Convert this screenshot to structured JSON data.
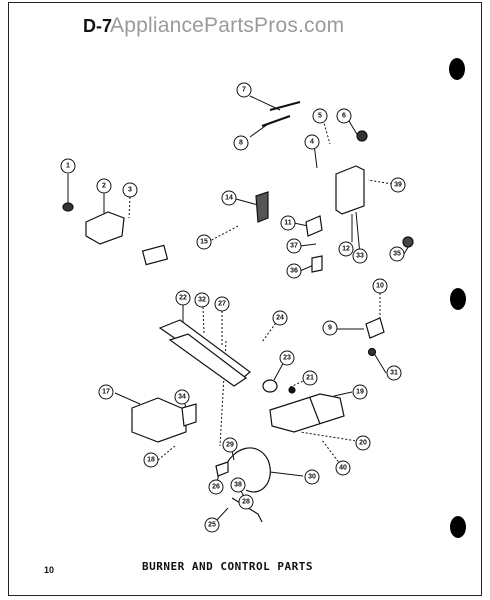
{
  "header": {
    "section_code": "D-7",
    "watermark": "AppliancePartsPros.com"
  },
  "footer": {
    "caption": "BURNER AND CONTROL PARTS",
    "page_number": "10"
  },
  "callouts": [
    "1",
    "2",
    "3",
    "4",
    "5",
    "6",
    "7",
    "8",
    "9",
    "10",
    "11",
    "12",
    "14",
    "15",
    "17",
    "18",
    "19",
    "20",
    "21",
    "22",
    "23",
    "24",
    "25",
    "26",
    "27",
    "28",
    "29",
    "30",
    "31",
    "32",
    "33",
    "34",
    "35",
    "36",
    "37",
    "38",
    "39",
    "40"
  ]
}
